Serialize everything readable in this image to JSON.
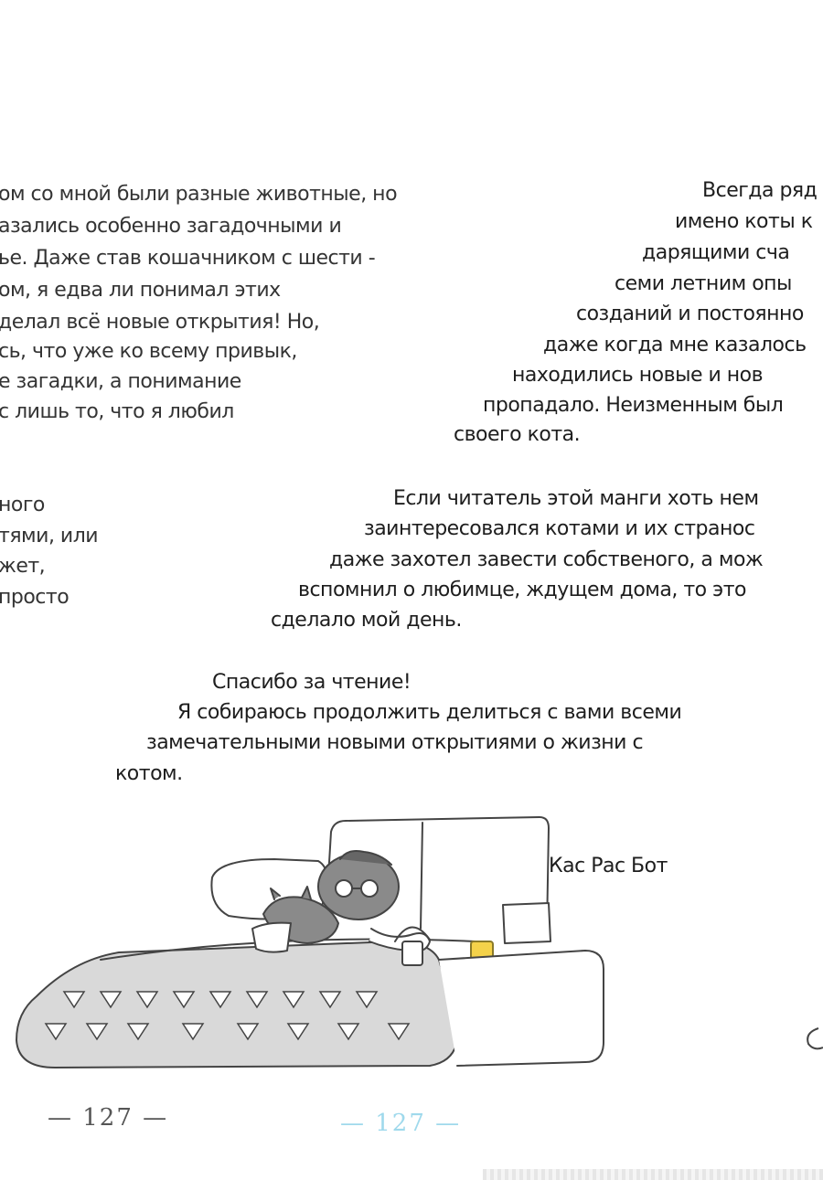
{
  "ghost_lines": [
    "ом со мной были разные животные, но",
    "азались особенно загадочными и",
    "ье. Даже став кошачником с шести -",
    "ом, я едва ли понимал этих",
    "делал всё новые открытия! Но,",
    "сь, что уже ко всему привык,",
    "е загадки, а понимание",
    "с лишь то, что я любил",
    "ного",
    "тями, или",
    "жет,",
    "просто"
  ],
  "paragraph_1": [
    "Всегда ряд",
    "имено коты к",
    "дарящими сча",
    "семи летним опы",
    "созданий и постоянно",
    "даже когда мне казалось",
    "находились новые и нов",
    "пропадало. Неизменным был",
    "своего кота."
  ],
  "paragraph_2": [
    "Если читатель этой манги хоть нем",
    "заинтересовался котами и их странос",
    "даже захотел завести собственого, а мож",
    "вспомнил о любимце, ждущем дома, то это",
    "сделало мой день."
  ],
  "closing": {
    "thanks": "Спасибо за чтение!",
    "lines": [
      "Я собираюсь продолжить делиться с вами всеми",
      "замечательными новыми открытиями о жизни с",
      "котом."
    ]
  },
  "signature": "Кас Рас Бот",
  "page_number_left": "— 127 —",
  "page_number_center": "— 127 —"
}
